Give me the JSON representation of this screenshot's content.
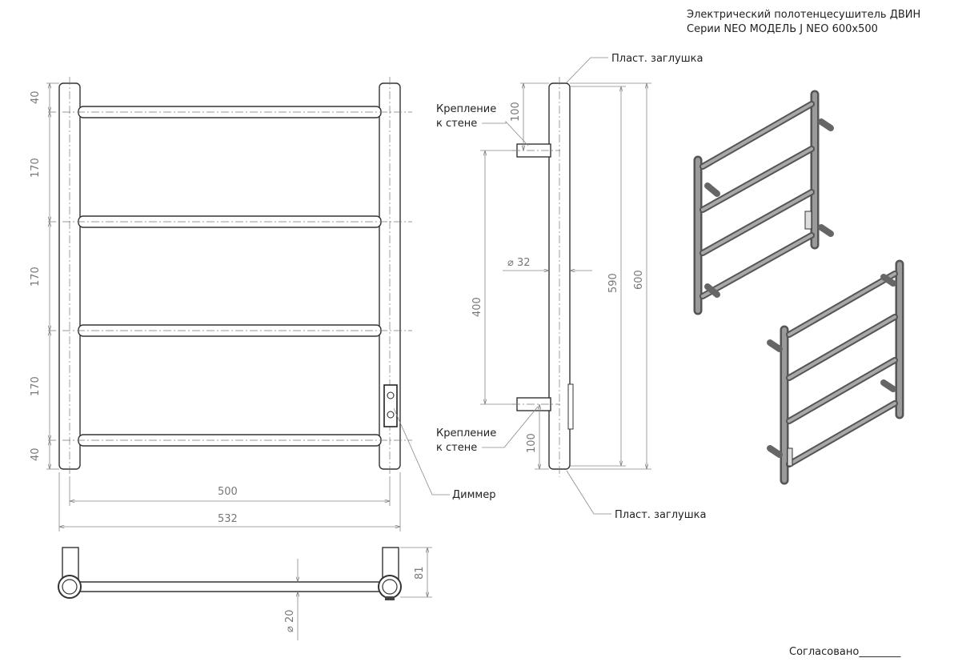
{
  "title": {
    "line1": "Электрический полотенцесушитель ДВИН",
    "line2": "Серии NEO МОДЕЛЬ J NEO 600x500"
  },
  "front": {
    "dims_left": [
      "40",
      "170",
      "170",
      "170",
      "40"
    ],
    "dim_inner_width": "500",
    "dim_outer_width": "532",
    "dimmer_label": "Диммер"
  },
  "side": {
    "cap_top": "Пласт. заглушка",
    "cap_bottom": "Пласт. заглушка",
    "mount_top": [
      "Крепление",
      "к стене"
    ],
    "mount_bottom": [
      "Крепление",
      "к стене"
    ],
    "dim_top_offset": "100",
    "dim_bottom_offset": "100",
    "dim_mount_spacing": "400",
    "dim_tube_diameter": "⌀ 32",
    "dim_height_inner": "590",
    "dim_height_outer": "600"
  },
  "top_view": {
    "dim_depth": "81",
    "dim_rail_diameter": "⌀ 20"
  },
  "footer": {
    "approval": "Согласовано________"
  }
}
